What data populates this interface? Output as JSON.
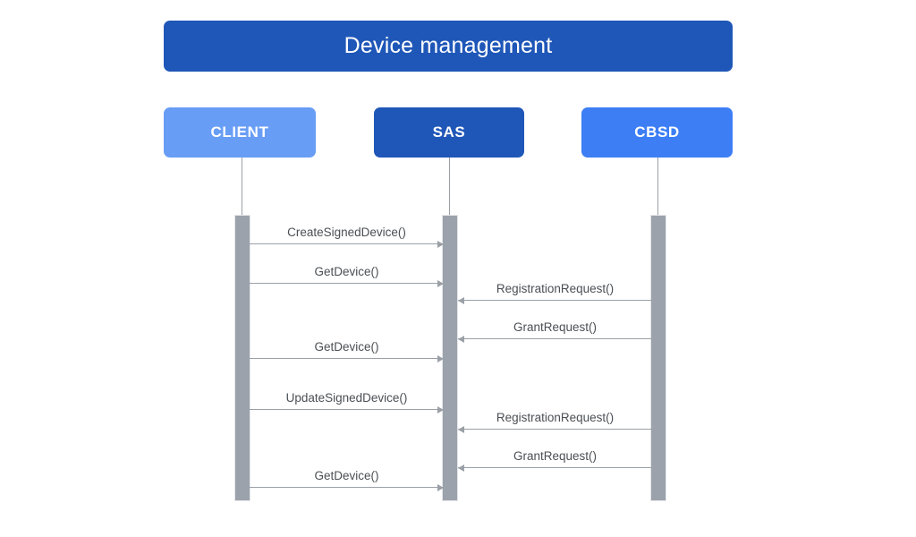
{
  "diagram": {
    "type": "sequence-diagram",
    "title": "Device management",
    "participants": [
      {
        "id": "client",
        "label": "CLIENT",
        "color": "#689df5"
      },
      {
        "id": "sas",
        "label": "SAS",
        "color": "#1f57b8"
      },
      {
        "id": "cbsd",
        "label": "CBSD",
        "color": "#3d7ef5"
      }
    ],
    "messages": [
      {
        "label": "CreateSignedDevice()",
        "from": "client",
        "to": "sas",
        "direction": "right"
      },
      {
        "label": "GetDevice()",
        "from": "client",
        "to": "sas",
        "direction": "right"
      },
      {
        "label": "RegistrationRequest()",
        "from": "cbsd",
        "to": "sas",
        "direction": "left"
      },
      {
        "label": "GrantRequest()",
        "from": "cbsd",
        "to": "sas",
        "direction": "left"
      },
      {
        "label": "GetDevice()",
        "from": "client",
        "to": "sas",
        "direction": "right"
      },
      {
        "label": "UpdateSignedDevice()",
        "from": "client",
        "to": "sas",
        "direction": "right"
      },
      {
        "label": "RegistrationRequest()",
        "from": "cbsd",
        "to": "sas",
        "direction": "left"
      },
      {
        "label": "GrantRequest()",
        "from": "cbsd",
        "to": "sas",
        "direction": "left"
      },
      {
        "label": "GetDevice()",
        "from": "client",
        "to": "sas",
        "direction": "right"
      }
    ],
    "colors": {
      "title_background": "#1f57b8",
      "title_text": "#ffffff",
      "lifeline": "#9aa0a6",
      "activation_bar": "#9ba2ab",
      "message_line": "#9aa0a6",
      "message_label": "#4a4f54",
      "canvas_background": "#ffffff"
    }
  }
}
